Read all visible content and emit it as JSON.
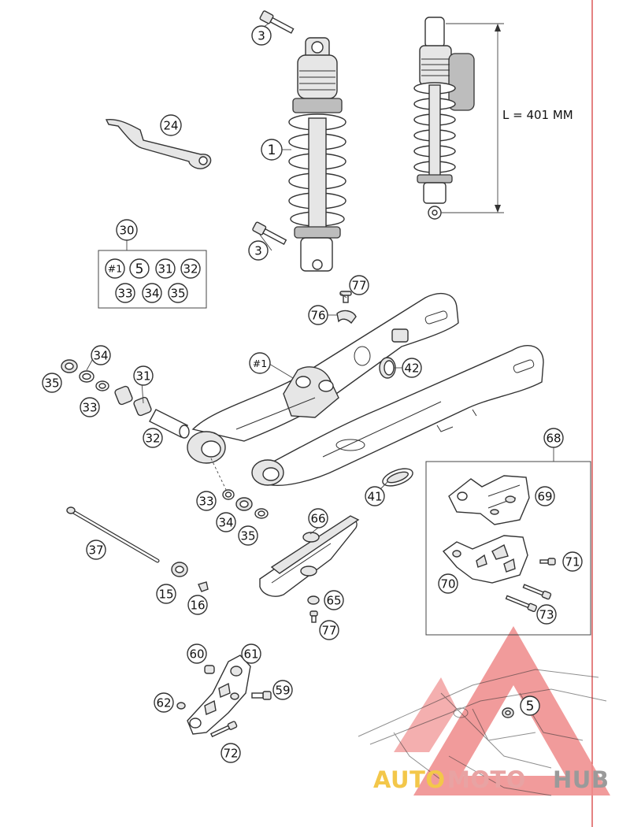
{
  "diagram": {
    "dimension_label": "L = 401 MM",
    "kit_labels": [
      "#1",
      "5",
      "31",
      "32",
      "33",
      "34",
      "35"
    ],
    "callouts": {
      "c3a": "3",
      "c3b": "3",
      "c1": "1",
      "c24": "24",
      "c30": "30",
      "c77a": "77",
      "c76": "76",
      "c1b": "#1",
      "c42": "42",
      "c34a": "34",
      "c35a": "35",
      "c31": "31",
      "c33a": "33",
      "c32": "32",
      "c41": "41",
      "c68": "68",
      "c69": "69",
      "c70": "70",
      "c71": "71",
      "c73": "73",
      "c33b": "33",
      "c34b": "34",
      "c35b": "35",
      "c66": "66",
      "c37": "37",
      "c15": "15",
      "c16": "16",
      "c65": "65",
      "c77b": "77",
      "c60": "60",
      "c61": "61",
      "c59": "59",
      "c62": "62",
      "c72": "72",
      "c5": "5"
    },
    "watermark": {
      "part1": "AUTO",
      "part2": "MOTO",
      "part3": "HUB"
    },
    "colors": {
      "watermark_red": "#e57373",
      "watermark_yellow": "#f3c74a",
      "watermark_gray": "#9a9a9a",
      "margin_line": "#d32f2f"
    }
  }
}
